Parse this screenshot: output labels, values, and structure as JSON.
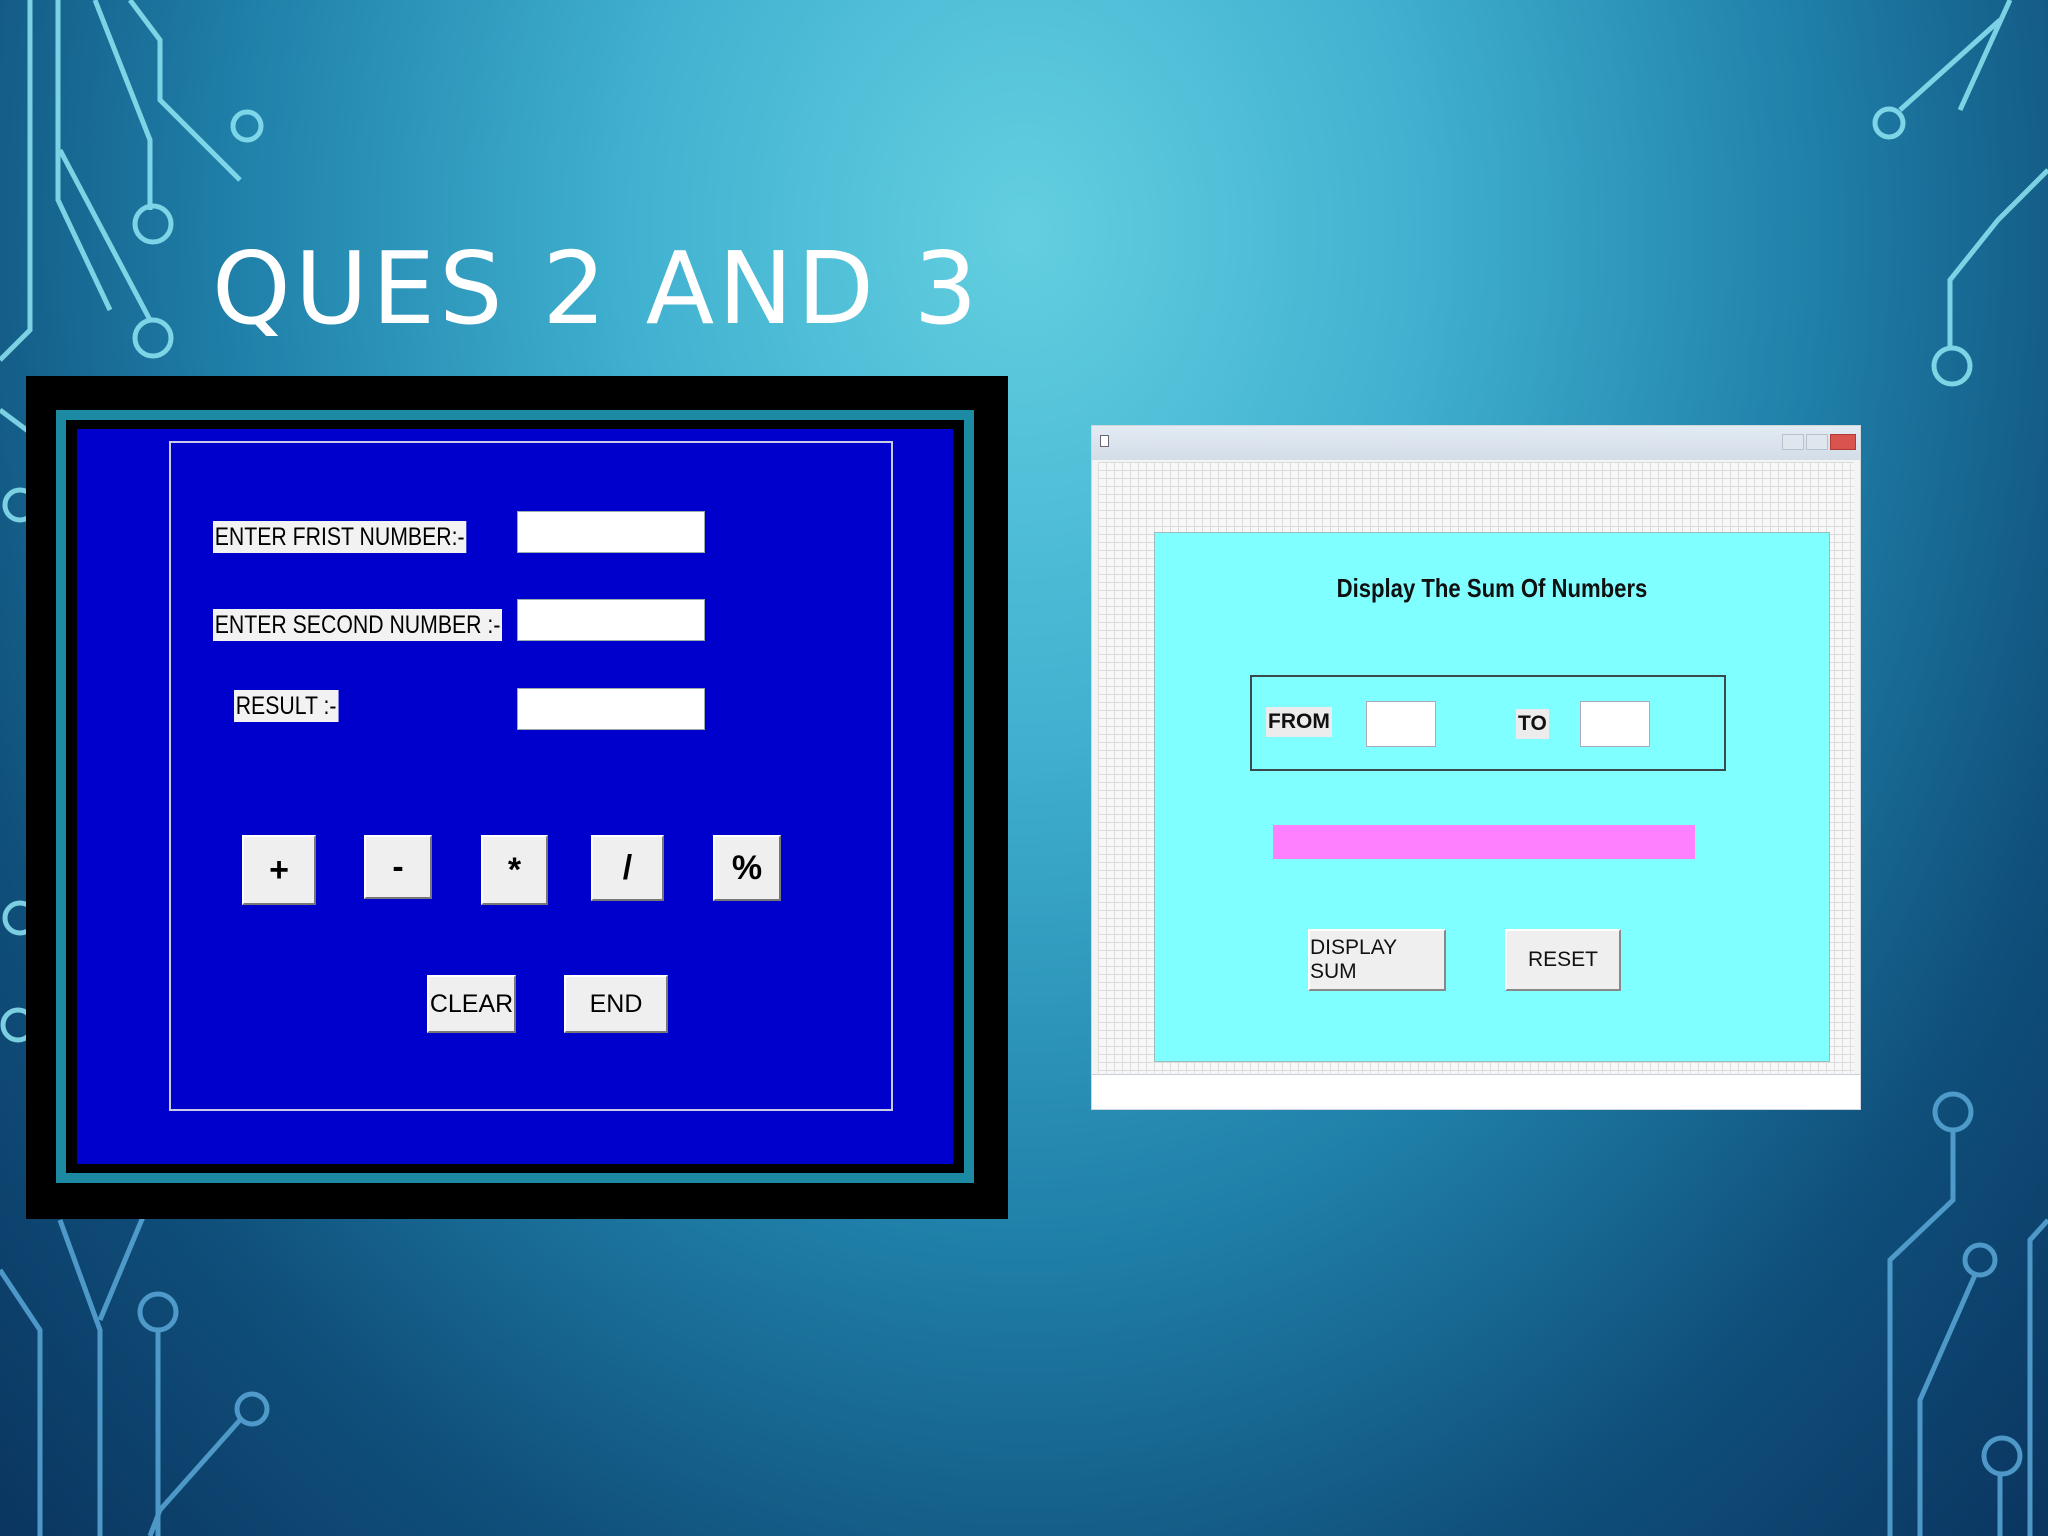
{
  "slide": {
    "title": "QUES 2 AND 3"
  },
  "calculator": {
    "first_label": "ENTER FRIST  NUMBER:-",
    "second_label": "ENTER SECOND NUMBER :-",
    "result_label": "RESULT :-",
    "first_value": "",
    "second_value": "",
    "result_value": "",
    "ops": {
      "add": "+",
      "subtract": "-",
      "multiply": "*",
      "divide": "/",
      "modulo": "%"
    },
    "clear_label": "CLEAR",
    "end_label": "END"
  },
  "sum_form": {
    "heading": "Display The Sum Of Numbers",
    "from_label": "FROM",
    "to_label": "TO",
    "from_value": "",
    "to_value": "",
    "display_sum_label": "DISPLAY  SUM",
    "reset_label": "RESET",
    "result_bar_color": "#ff80ff",
    "background_color": "#7fffff"
  }
}
